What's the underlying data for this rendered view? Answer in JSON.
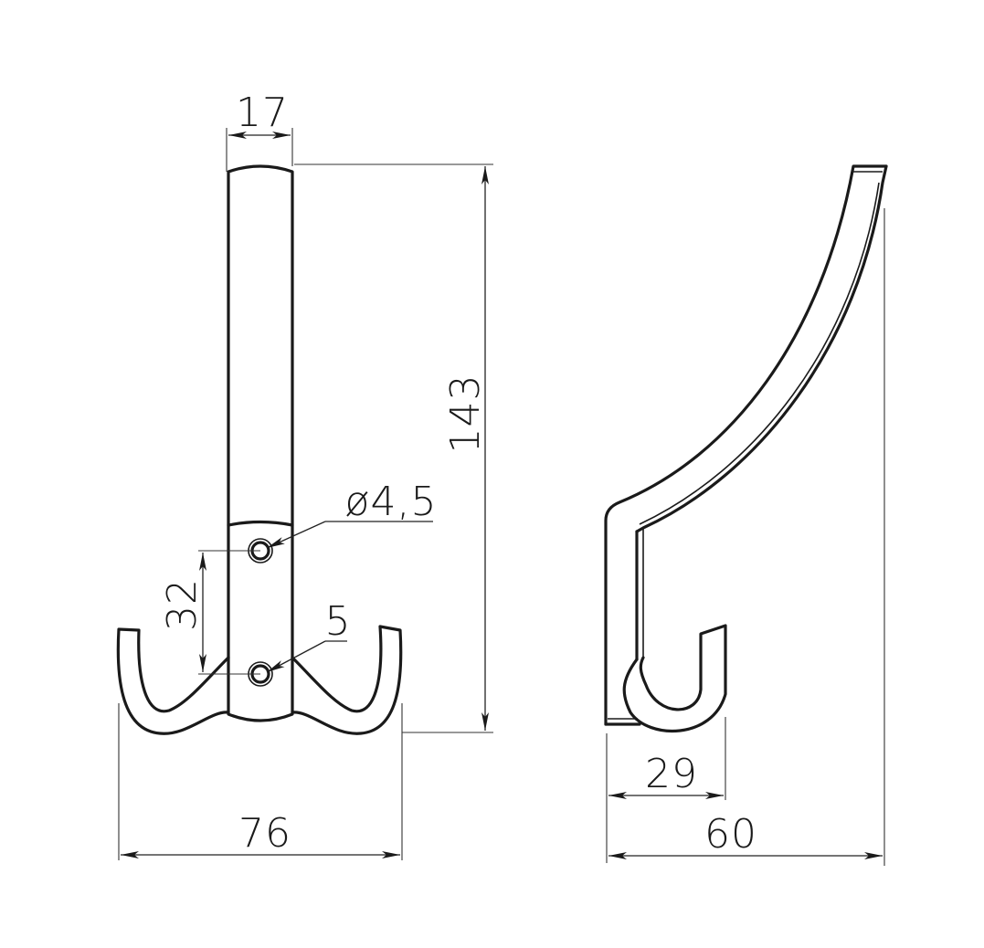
{
  "drawing": {
    "subject": "double coat hook",
    "views": [
      "front-view",
      "side-view"
    ],
    "line_color": "#1a1a1a",
    "background": "#ffffff"
  },
  "front_view": {
    "dimensions": {
      "width_top": "17",
      "height_total": "143",
      "hole_diameter": "ø4,5",
      "hole_spacing": "32",
      "countersink": "5",
      "width_overall": "76"
    }
  },
  "side_view": {
    "dimensions": {
      "hook_depth": "29",
      "depth_overall": "60"
    }
  }
}
